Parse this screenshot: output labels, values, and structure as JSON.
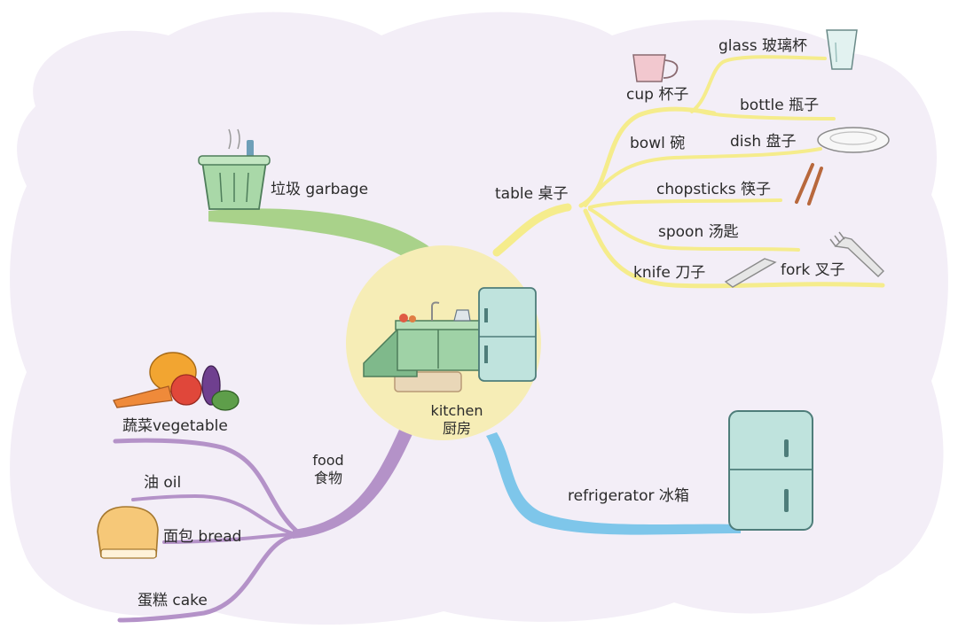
{
  "center": {
    "en": "kitchen",
    "zh": "厨房"
  },
  "branches": {
    "garbage": {
      "label": "垃圾  garbage"
    },
    "table": {
      "label": "table 桌子",
      "cup": "cup 杯子",
      "glass": "glass 玻璃杯",
      "bottle": "bottle 瓶子",
      "bowl": "bowl 碗",
      "dish": "dish 盘子",
      "chopsticks": "chopsticks 筷子",
      "spoon": "spoon  汤匙",
      "knife": "knife 刀子",
      "fork": "fork 叉子"
    },
    "food": {
      "en": "food",
      "zh": "食物",
      "vegetable": "蔬菜vegetable",
      "oil": "油  oil",
      "bread": "面包 bread",
      "cake": "蛋糕 cake"
    },
    "refrigerator": {
      "label": "refrigerator  冰箱"
    }
  },
  "colors": {
    "background_blob": "#f3eef7",
    "center_circle": "#f6edb6",
    "garbage_branch": "#a9d28a",
    "table_branch": "#f5ec8c",
    "food_branch": "#b492c8",
    "refrigerator_branch": "#7ec6ea",
    "fridge_body": "#bfe3dd",
    "cabinet": "#9fd2a6"
  }
}
